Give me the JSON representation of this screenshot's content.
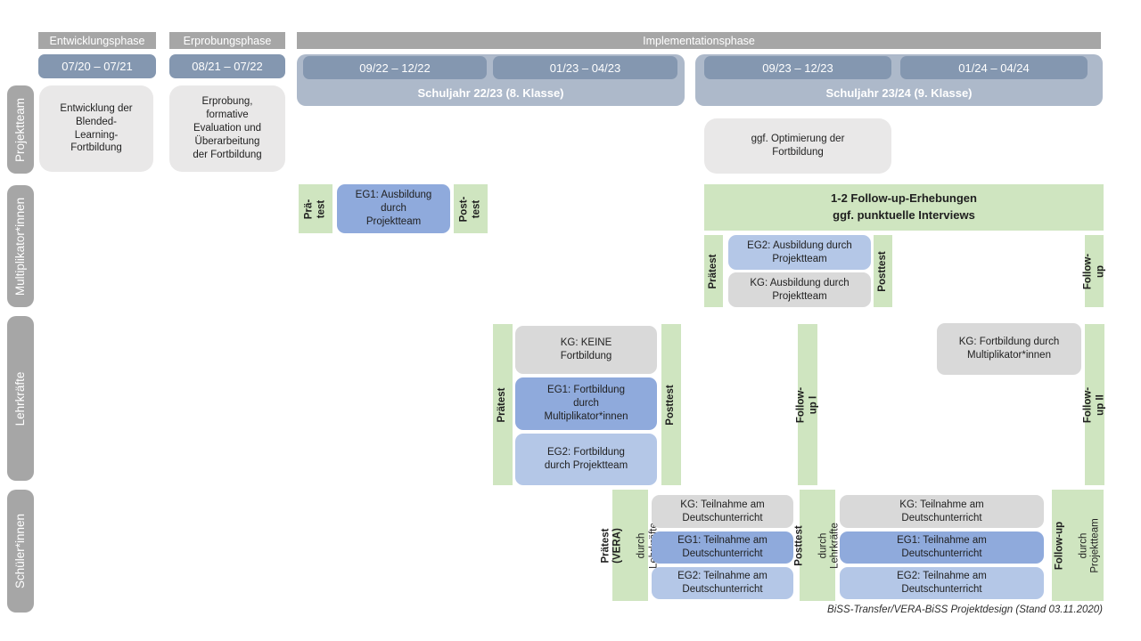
{
  "colors": {
    "phase_bar_gray": "#A6A6A6",
    "date_box_blue": "#8497B0",
    "school_year_blue": "#ADB9CA",
    "project_box_gray": "#E9E8E8",
    "kg_gray": "#D9D9D9",
    "eg1_blue": "#8FAADC",
    "eg2_blue": "#B4C7E7",
    "green": "#CFE5C0"
  },
  "phases": {
    "entwicklung": "Entwicklungsphase",
    "erprobung": "Erprobungsphase",
    "implementation": "Implementationsphase"
  },
  "timeline": {
    "p_0720_0721": "07/20 – 07/21",
    "p_0821_0722": "08/21 – 07/22",
    "p_0922_1222": "09/22 – 12/22",
    "p_0123_0423": "01/23 – 04/23",
    "p_0923_1223": "09/23 – 12/23",
    "p_0124_0424": "01/24 – 04/24",
    "sy_2223": "Schuljahr 22/23 (8. Klasse)",
    "sy_2324": "Schuljahr 23/24 (9. Klasse)"
  },
  "row_labels": {
    "projektteam": "Projektteam",
    "multiplikatoren": "Multiplikator*innen",
    "lehrkraefte": "Lehrkräfte",
    "schueler": "Schüler*innen"
  },
  "projektteam": {
    "entwicklung": "Entwicklung der\nBlended-\nLearning-\nFortbildung",
    "erprobung": "Erprobung,\nformative\nEvaluation und\nÜberarbeitung\nder Fortbildung",
    "optimierung": "ggf. Optimierung der\nFortbildung"
  },
  "multiplikatoren": {
    "praetest1": "Prä-\ntest",
    "eg1": "EG1: Ausbildung\ndurch\nProjektteam",
    "posttest1": "Post-\ntest",
    "followup_header": "1-2 Follow-up-Erhebungen\nggf. punktuelle Interviews",
    "praetest2": "Prätest",
    "eg2": "EG2: Ausbildung durch\nProjektteam",
    "kg": "KG: Ausbildung durch\nProjektteam",
    "posttest2": "Posttest",
    "followup": "Follow-up"
  },
  "lehrkraefte": {
    "praetest": "Prätest",
    "kg": "KG: KEINE\nFortbildung",
    "eg1": "EG1: Fortbildung\ndurch\nMultiplikator*innen",
    "eg2": "EG2: Fortbildung\ndurch Projektteam",
    "posttest": "Posttest",
    "followup1": "Follow-up I",
    "kg2": "KG: Fortbildung durch\nMultiplikator*innen",
    "followup2": "Follow-up II"
  },
  "schueler": {
    "praetest_label": "Prätest (VERA)",
    "praetest_sub": "durch Lehrkräfte",
    "kg1": "KG: Teilnahme am\nDeutschunterricht",
    "eg1_1": "EG1: Teilnahme am\nDeutschunterricht",
    "eg2_1": "EG2: Teilnahme am\nDeutschunterricht",
    "posttest_label": "Posttest",
    "posttest_sub": "durch Lehrkräfte",
    "kg2": "KG: Teilnahme am\nDeutschunterricht",
    "eg1_2": "EG1: Teilnahme am\nDeutschunterricht",
    "eg2_2": "EG2: Teilnahme am\nDeutschunterricht",
    "followup_label": "Follow-up",
    "followup_sub": "durch\nProjektteam"
  },
  "caption": "BiSS-Transfer/VERA-BiSS Projektdesign (Stand 03.11.2020)"
}
